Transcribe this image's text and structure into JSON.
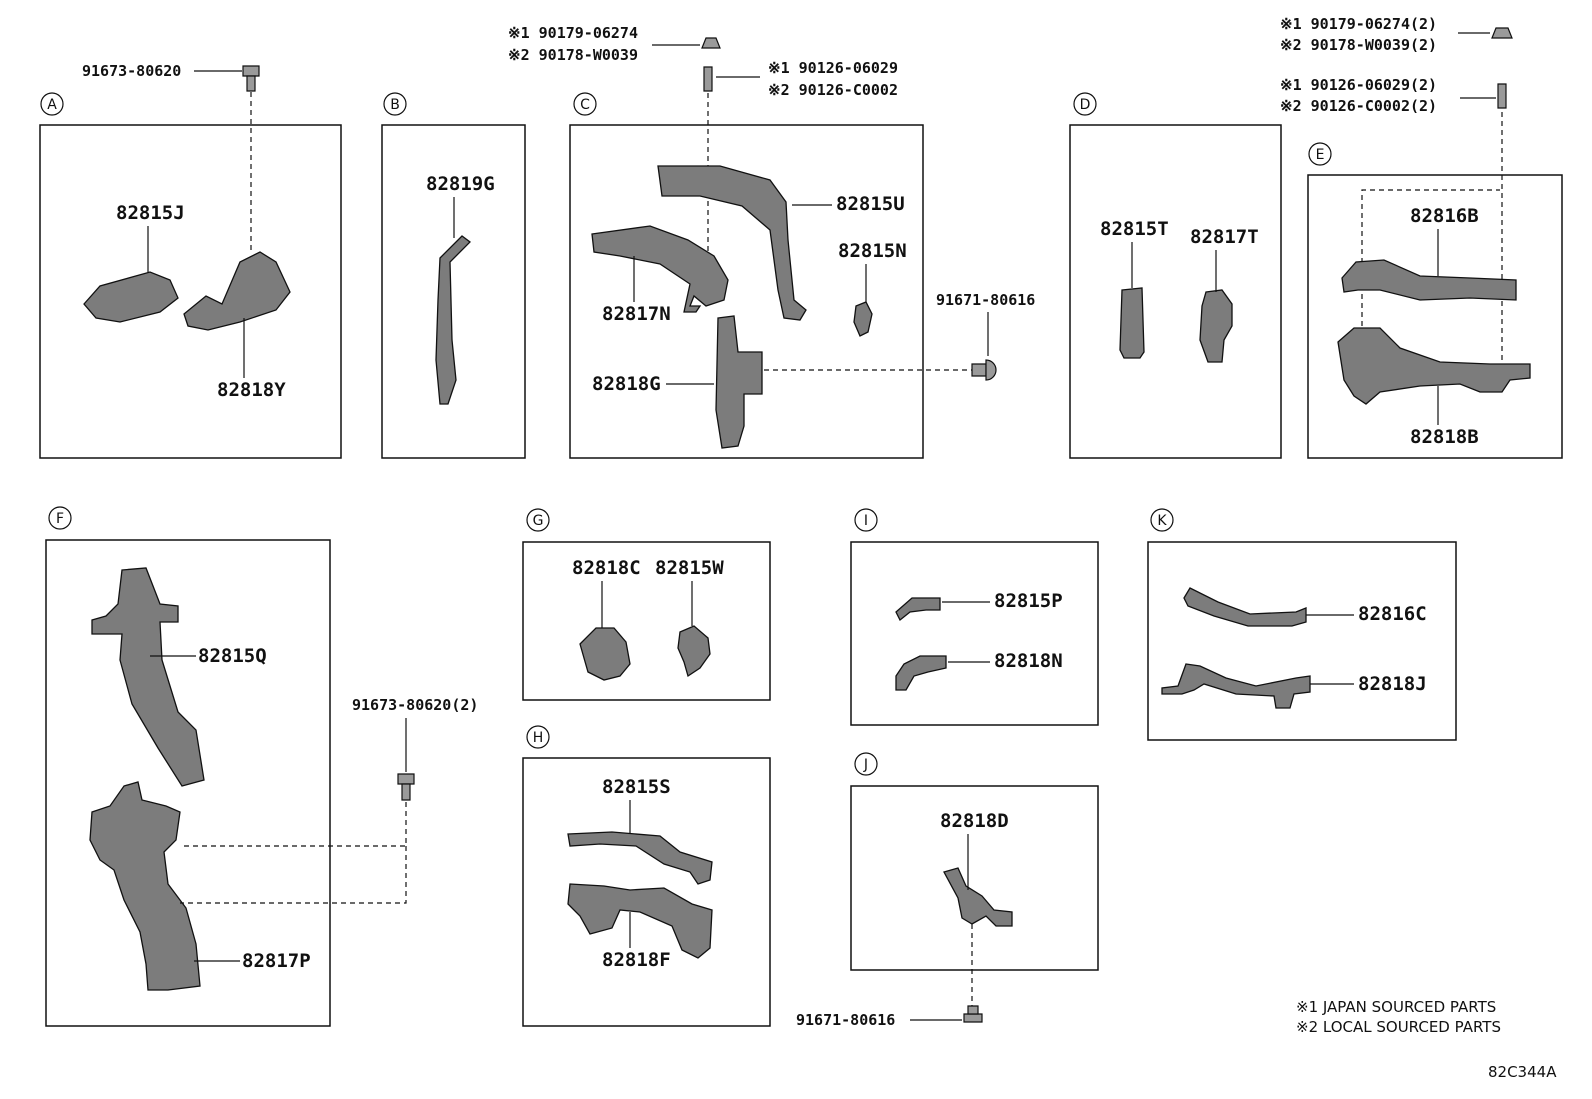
{
  "diagram_code": "82C344A",
  "notes": [
    "※1 JAPAN SOURCED PARTS",
    "※2 LOCAL SOURCED PARTS"
  ],
  "sections": {
    "A": {
      "letter": "A",
      "parts": [
        "82815J",
        "82818Y"
      ]
    },
    "B": {
      "letter": "B",
      "parts": [
        "82819G"
      ]
    },
    "C": {
      "letter": "C",
      "parts": [
        "82815U",
        "82815N",
        "82817N",
        "82818G"
      ]
    },
    "D": {
      "letter": "D",
      "parts": [
        "82815T",
        "82817T"
      ]
    },
    "E": {
      "letter": "E",
      "parts": [
        "82816B",
        "82818B"
      ]
    },
    "F": {
      "letter": "F",
      "parts": [
        "82815Q",
        "82817P"
      ]
    },
    "G": {
      "letter": "G",
      "parts": [
        "82818C",
        "82815W"
      ]
    },
    "H": {
      "letter": "H",
      "parts": [
        "82815S",
        "82818F"
      ]
    },
    "I": {
      "letter": "I",
      "parts": [
        "82815P",
        "82818N"
      ]
    },
    "J": {
      "letter": "J",
      "parts": [
        "82818D"
      ]
    },
    "K": {
      "letter": "K",
      "parts": [
        "82816C",
        "82818J"
      ]
    }
  },
  "fasteners": {
    "a_bolt": "91673-80620",
    "c_nut1": "※1 90179-06274",
    "c_nut2": "※2 90178-W0039",
    "c_stud1": "※1  90126-06029",
    "c_stud2": "※2  90126-C0002",
    "c_screw": "91671-80616",
    "e_nut1": "※1 90179-06274(2)",
    "e_nut2": "※2 90178-W0039(2)",
    "e_stud1": "※1  90126-06029(2)",
    "e_stud2": "※2  90126-C0002(2)",
    "f_bolt": "91673-80620(2)",
    "j_screw": "91671-80616"
  }
}
